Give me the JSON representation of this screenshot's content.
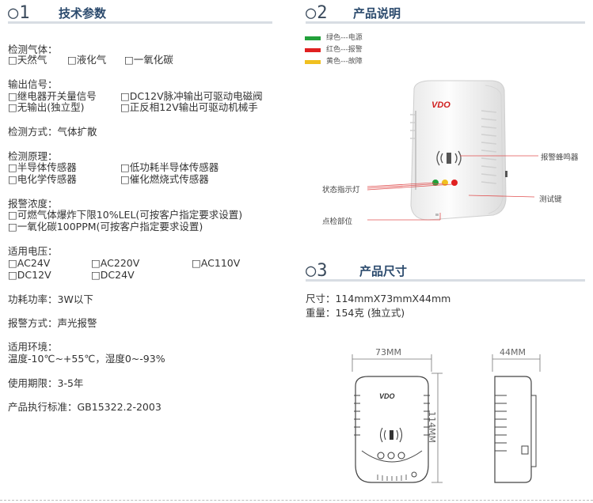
{
  "sec1": {
    "num": "○1",
    "title": "技术参数"
  },
  "sec2": {
    "num": "○2",
    "title": "产品说明"
  },
  "sec3": {
    "num": "○3",
    "title": "产品尺寸"
  },
  "params": {
    "gas_label": "检测气体：",
    "gas_opts": [
      "□天然气",
      "□液化气",
      "□一氧化碳"
    ],
    "output_label": "输出信号：",
    "output_row1": [
      "□继电器开关量信号",
      "□DC12V脉冲输出可驱动电磁阀"
    ],
    "output_row2": [
      "□无输出(独立型)",
      "□正反相12V输出可驱动机械手"
    ],
    "detect_method": "检测方式：气体扩散",
    "principle_label": "检测原理：",
    "principle_row1": [
      "□半导体传感器",
      "□低功耗半导体传感器"
    ],
    "principle_row2": [
      "□电化学传感器",
      "□催化燃烧式传感器"
    ],
    "alarm_conc_label": "报警浓度：",
    "alarm_conc_1": "□可燃气体爆炸下限10%LEL(可按客户指定要求设置)",
    "alarm_conc_2": "□一氧化碳100PPM(可按客户指定要求设置)",
    "voltage_label": "适用电压：",
    "voltage_row1": [
      "□AC24V",
      "□AC220V",
      "□AC110V"
    ],
    "voltage_row2": [
      "□DC12V",
      "□DC24V"
    ],
    "power": "功耗功率：3W以下",
    "alarm_mode": "报警方式：声光报警",
    "env_label": "适用环境：",
    "env_value": "温度-10℃~+55℃，湿度0~-93%",
    "life": "使用期限：3-5年",
    "standard": "产品执行标准：GB15322.2-2003"
  },
  "legend": [
    {
      "color": "#22a03a",
      "text": "绿色---电源"
    },
    {
      "color": "#e02020",
      "text": "红色---报警"
    },
    {
      "color": "#f0c020",
      "text": "黄色---故障"
    }
  ],
  "device": {
    "brand": "VDO",
    "callouts": {
      "buzzer": "报警蜂鸣器",
      "indicator": "状态指示灯",
      "test_key": "测试键",
      "spot_check": "点检部位"
    }
  },
  "size": {
    "dims": "尺寸：114mmX73mmX44mm",
    "weight": "重量：154克 (独立式)",
    "width_label": "73MM",
    "depth_label": "44MM",
    "height_label": "114MM"
  }
}
